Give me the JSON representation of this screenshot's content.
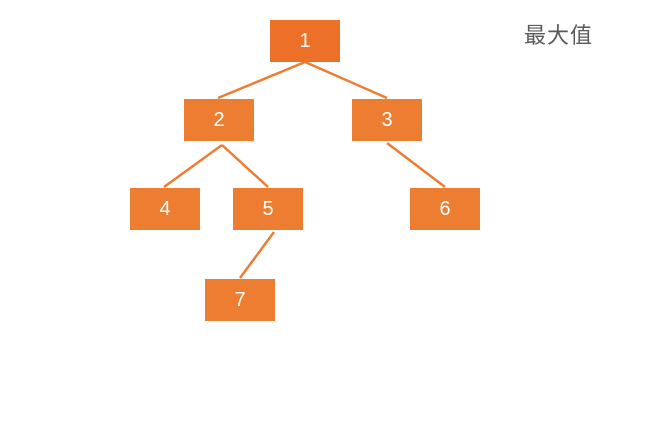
{
  "title": "最大值",
  "colors": {
    "node_fill": "#ed7d31",
    "edge": "#ed7d31"
  },
  "nodes": [
    {
      "id": "n1",
      "label": "1"
    },
    {
      "id": "n2",
      "label": "2"
    },
    {
      "id": "n3",
      "label": "3"
    },
    {
      "id": "n4",
      "label": "4"
    },
    {
      "id": "n5",
      "label": "5"
    },
    {
      "id": "n6",
      "label": "6"
    },
    {
      "id": "n7",
      "label": "7"
    }
  ],
  "edges": [
    {
      "from": "1",
      "to": "2"
    },
    {
      "from": "1",
      "to": "3"
    },
    {
      "from": "2",
      "to": "4"
    },
    {
      "from": "2",
      "to": "5"
    },
    {
      "from": "3",
      "to": "6"
    },
    {
      "from": "5",
      "to": "7"
    }
  ]
}
